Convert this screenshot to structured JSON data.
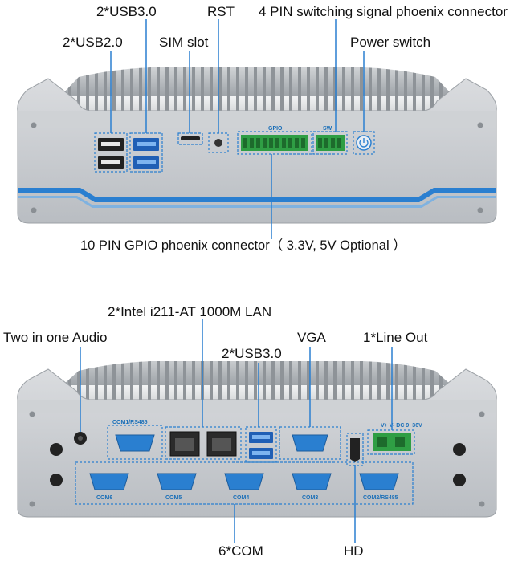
{
  "front": {
    "labels": {
      "usb30": "2*USB3.0",
      "rst": "RST",
      "phoenix4": "4 PIN switching signal phoenix connector",
      "usb20": "2*USB2.0",
      "sim": "SIM slot",
      "power": "Power switch",
      "gpio": "10 PIN GPIO phoenix connector（ 3.3V, 5V Optional ）"
    },
    "panel_text": {
      "gpio": "GPIO",
      "sw": "SW"
    }
  },
  "rear": {
    "labels": {
      "lan": "2*Intel i211-AT 1000M LAN",
      "audio": "Two in one Audio",
      "vga": "VGA",
      "lineout": "1*Line Out",
      "usb30": "2*USB3.0",
      "com": "6*COM",
      "hd": "HD"
    },
    "panel_text": {
      "com1": "COM1/RS485",
      "com6": "COM6",
      "com5": "COM5",
      "com4": "COM4",
      "com3": "COM3",
      "com2": "COM2/RS485",
      "dc": "V+ V- DC 9~36V"
    }
  },
  "colors": {
    "accent": "#2a7fd0",
    "chassis": "#cfd2d6",
    "phoenix_green": "#2f9e44"
  }
}
